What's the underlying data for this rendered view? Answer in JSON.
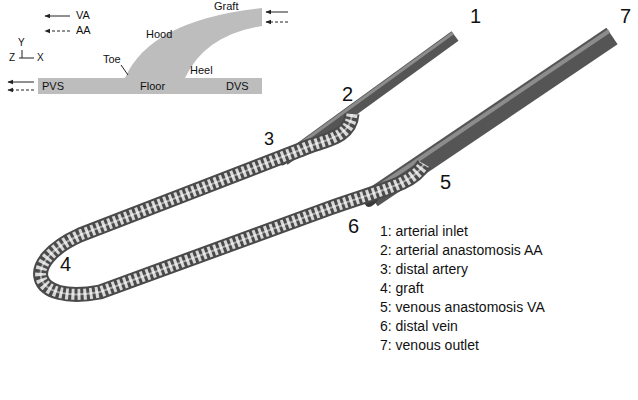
{
  "diagram": {
    "labels": [
      "VA",
      "AA",
      "Y",
      "Z",
      "X",
      "Hood",
      "Graft",
      "Toe",
      "Heel",
      "Floor",
      "PVS",
      "DVS",
      "1",
      "2",
      "3",
      "4",
      "5",
      "6",
      "7",
      "1: arterial inlet",
      "2: arterial anastomosis AA",
      "3: distal artery",
      "4: graft",
      "5: venous anastomosis VA",
      "6: distal vein",
      "7: venous outlet"
    ]
  }
}
